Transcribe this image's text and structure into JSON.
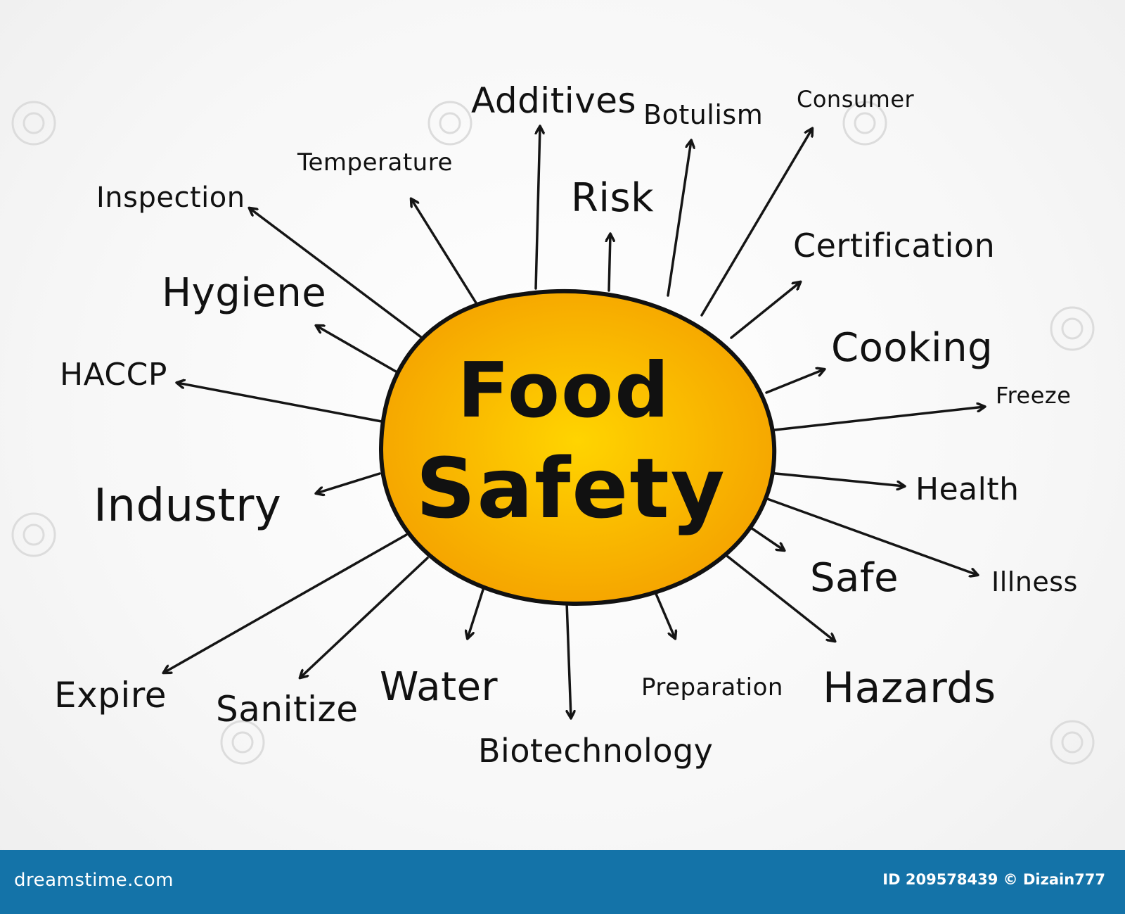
{
  "diagram": {
    "center": {
      "line1": "Food",
      "line2": "Safety"
    },
    "concepts": [
      {
        "id": "additives",
        "label": "Additives"
      },
      {
        "id": "botulism",
        "label": "Botulism"
      },
      {
        "id": "consumer",
        "label": "Consumer"
      },
      {
        "id": "temperature",
        "label": "Temperature"
      },
      {
        "id": "inspection",
        "label": "Inspection"
      },
      {
        "id": "risk",
        "label": "Risk"
      },
      {
        "id": "certification",
        "label": "Certification"
      },
      {
        "id": "hygiene",
        "label": "Hygiene"
      },
      {
        "id": "cooking",
        "label": "Cooking"
      },
      {
        "id": "haccp",
        "label": "HACCP"
      },
      {
        "id": "freeze",
        "label": "Freeze"
      },
      {
        "id": "industry",
        "label": "Industry"
      },
      {
        "id": "health",
        "label": "Health"
      },
      {
        "id": "safe",
        "label": "Safe"
      },
      {
        "id": "illness",
        "label": "Illness"
      },
      {
        "id": "expire",
        "label": "Expire"
      },
      {
        "id": "sanitize",
        "label": "Sanitize"
      },
      {
        "id": "water",
        "label": "Water"
      },
      {
        "id": "preparation",
        "label": "Preparation"
      },
      {
        "id": "hazards",
        "label": "Hazards"
      },
      {
        "id": "biotechnology",
        "label": "Biotechnology"
      }
    ],
    "colors": {
      "hub_inner": "#ffd400",
      "hub_outer": "#f5a300",
      "hub_stroke": "#111111",
      "arrow": "#151515",
      "text": "#111111"
    }
  },
  "footer": {
    "brand": "dreamstime.com",
    "credit": "ID 209578439 © Dizain777",
    "background": "#1473a8"
  }
}
